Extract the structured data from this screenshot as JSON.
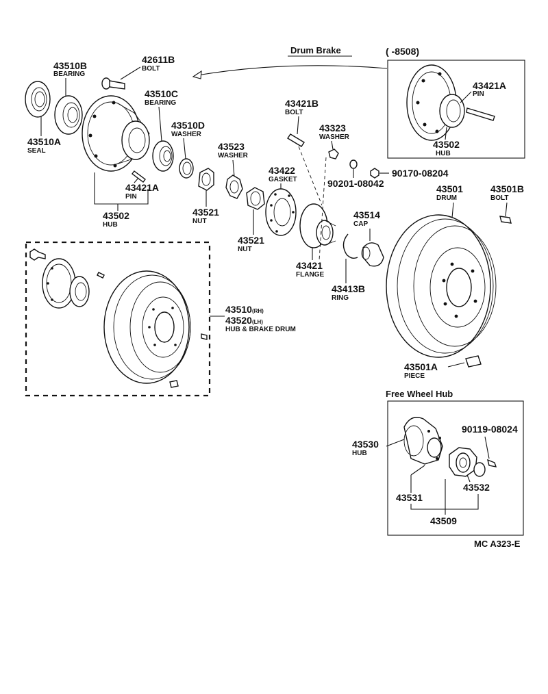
{
  "diagram": {
    "header": {
      "drum_brake": "Drum Brake",
      "date_range": "(      -8508)",
      "free_wheel_hub": "Free Wheel Hub"
    },
    "footer_code": "MC A323-E",
    "parts": {
      "p43510B": {
        "number": "43510B",
        "name": "BEARING"
      },
      "p42611B": {
        "number": "42611B",
        "name": "BOLT"
      },
      "p43510C": {
        "number": "43510C",
        "name": "BEARING"
      },
      "p43510D": {
        "number": "43510D",
        "name": "WASHER"
      },
      "p43510A": {
        "number": "43510A",
        "name": "SEAL"
      },
      "p43421A_main": {
        "number": "43421A",
        "name": "PIN"
      },
      "p43502_main": {
        "number": "43502",
        "name": "HUB"
      },
      "p43523": {
        "number": "43523",
        "name": "WASHER"
      },
      "p43521_a": {
        "number": "43521",
        "name": "NUT"
      },
      "p43521_b": {
        "number": "43521",
        "name": "NUT"
      },
      "p43422": {
        "number": "43422",
        "name": "GASKET"
      },
      "p43421B": {
        "number": "43421B",
        "name": "BOLT"
      },
      "p43323": {
        "number": "43323",
        "name": "WASHER"
      },
      "p90201": {
        "number": "90201-08042",
        "name": ""
      },
      "p90170": {
        "number": "90170-08204",
        "name": ""
      },
      "p43421": {
        "number": "43421",
        "name": "FLANGE"
      },
      "p43514": {
        "number": "43514",
        "name": "CAP"
      },
      "p43413B": {
        "number": "43413B",
        "name": "RING"
      },
      "p43421A_inset": {
        "number": "43421A",
        "name": "PIN"
      },
      "p43502_inset": {
        "number": "43502",
        "name": "HUB"
      },
      "p43501": {
        "number": "43501",
        "name": "DRUM"
      },
      "p43501B": {
        "number": "43501B",
        "name": "BOLT"
      },
      "p43501A": {
        "number": "43501A",
        "name": "PIECE"
      },
      "p43510_43520": {
        "number_1": "43510",
        "suffix_1": "(RH)",
        "number_2": "43520",
        "suffix_2": "(LH)",
        "name": "HUB & BRAKE DRUM"
      },
      "p43530": {
        "number": "43530",
        "name": "HUB"
      },
      "p90119": {
        "number": "90119-08024",
        "name": ""
      },
      "p43531": {
        "number": "43531",
        "name": ""
      },
      "p43532": {
        "number": "43532",
        "name": ""
      },
      "p43509": {
        "number": "43509",
        "name": ""
      }
    }
  }
}
